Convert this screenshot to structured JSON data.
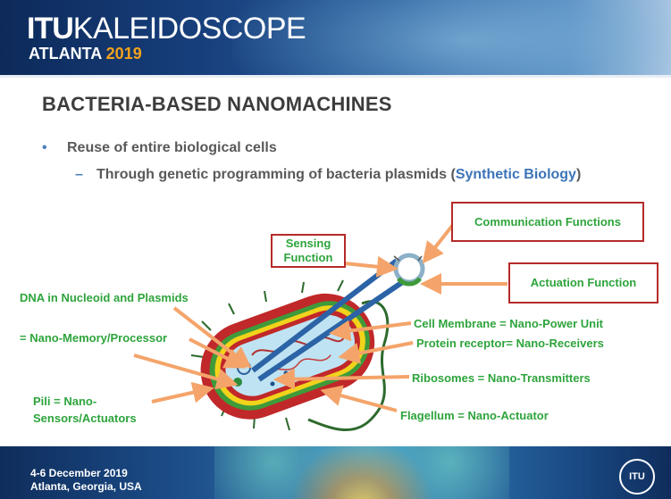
{
  "header": {
    "logo_itu": "ITU",
    "logo_kaleidoscope": "KALEIDOSCOPE",
    "logo_city": "ATLANTA",
    "logo_year": "2019"
  },
  "slide": {
    "title": "BACTERIA-BASED NANOMACHINES",
    "bullet1": "Reuse of entire biological cells",
    "bullet2_prefix": "Through genetic programming of bacteria plasmids (",
    "bullet2_highlight": "Synthetic Biology",
    "bullet2_suffix": ")",
    "bullet1_marker": "•",
    "bullet2_marker": "–"
  },
  "diagram": {
    "labels": {
      "communication": "Communication Functions",
      "sensing_line1": "Sensing",
      "sensing_line2": "Function",
      "actuation": "Actuation Function",
      "dna": "DNA in Nucleoid and Plasmids",
      "memory": "= Nano-Memory/Processor",
      "membrane": "Cell Membrane = Nano-Power Unit",
      "receptor": "Protein receptor= Nano-Receivers",
      "ribosomes": "Ribosomes = Nano-Transmitters",
      "pili_line1": "Pili = Nano-",
      "pili_line2": "Sensors/Actuators",
      "flagellum": "Flagellum = Nano-Actuator"
    },
    "colors": {
      "label_green": "#2ea43c",
      "box_border": "#b52a2a",
      "arrow_orange": "#f4a46a",
      "cell_red": "#c0282a",
      "cell_green": "#3f9a3a",
      "cell_yellow": "#f2d31b",
      "cytoplasm_blue": "#bfe3f2"
    }
  },
  "footer": {
    "date": "4-6 December 2019",
    "location": "Atlanta, Georgia, USA",
    "logo_text": "ITU"
  }
}
